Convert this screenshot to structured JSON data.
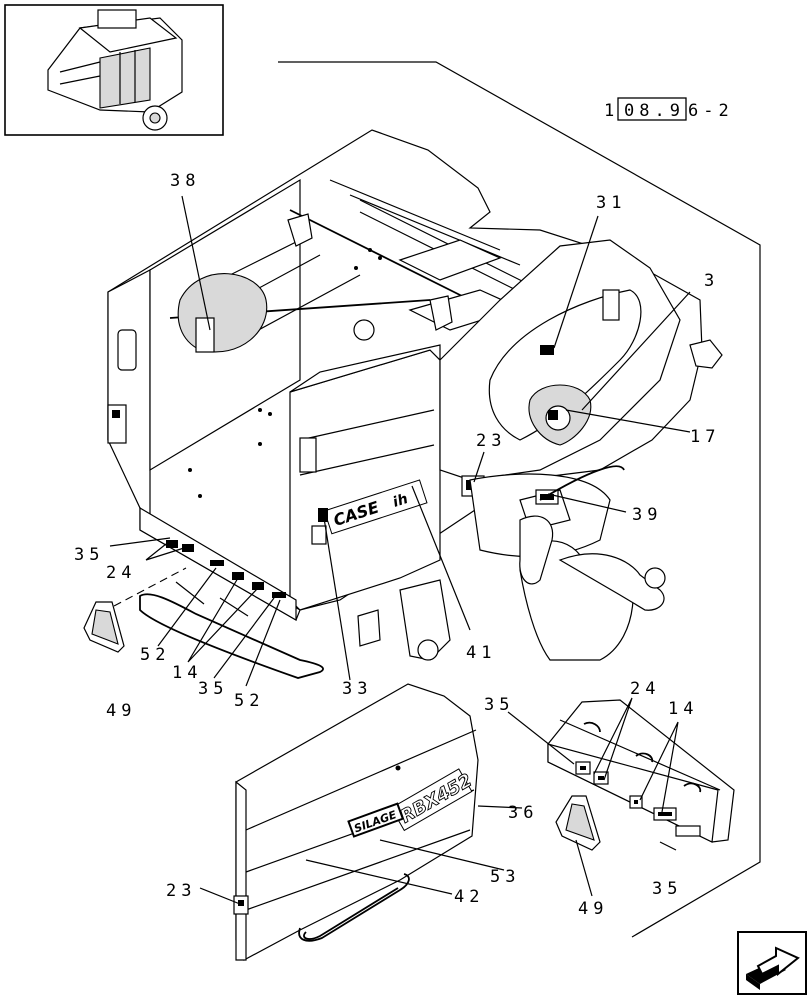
{
  "reference": {
    "prefix": "1",
    "boxed": "08.9",
    "suffix": "6-2"
  },
  "logos": {
    "brand": "CASE",
    "brand_suffix": "ih",
    "model": "RBX452",
    "variant": "SILAGE"
  },
  "icons": {
    "nav": "next-page-arrow-icon",
    "overview": "baler-overview-icon"
  },
  "callouts": {
    "c38": "38",
    "c31": "31",
    "c3": "3",
    "c17": "17",
    "c23a": "23",
    "c39": "39",
    "c35a": "35",
    "c24a": "24",
    "c52a": "52",
    "c14a": "14",
    "c35b": "35",
    "c52b": "52",
    "c33": "33",
    "c41": "41",
    "c49a": "49",
    "c35c": "35",
    "c24b": "24",
    "c14b": "14",
    "c36": "36",
    "c53": "53",
    "c42": "42",
    "c23b": "23",
    "c49b": "49",
    "c35d": "35"
  }
}
